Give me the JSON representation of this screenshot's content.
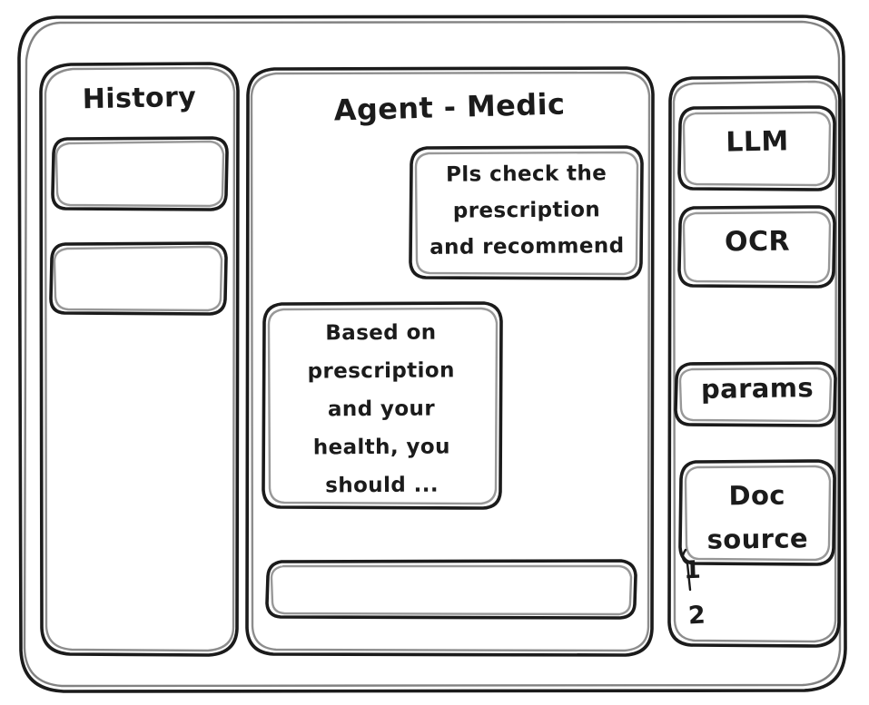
{
  "window": {
    "background_color": "#ffffff",
    "stroke_color": "#1b1b1b",
    "style": "hand-drawn-wireframe"
  },
  "sidebar_left": {
    "title": "History",
    "items": [
      {
        "label": ""
      },
      {
        "label": ""
      }
    ]
  },
  "main": {
    "title": "Agent - Medic",
    "messages": [
      {
        "role": "user",
        "align": "right",
        "text": "Pls check the\nprescription\nand recommend"
      },
      {
        "role": "assistant",
        "align": "left",
        "text": "Based on\nprescription\nand your\nhealth, you\nshould ..."
      }
    ],
    "composer": {
      "value": "",
      "placeholder": ""
    }
  },
  "sidebar_right": {
    "tools": [
      {
        "label": "LLM"
      },
      {
        "label": "OCR"
      }
    ],
    "settings": [
      {
        "label": "params"
      }
    ],
    "doc_source": {
      "label": "Doc\nsource",
      "entries": [
        {
          "label": "1"
        },
        {
          "label": "2"
        }
      ]
    }
  }
}
